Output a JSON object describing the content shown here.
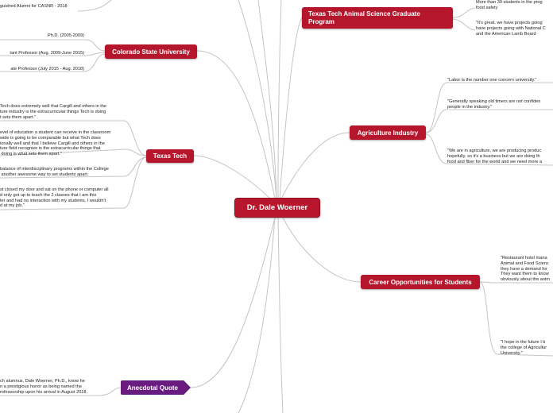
{
  "colors": {
    "branch": "#b5162b",
    "anecdotal": "#6a1b80",
    "line": "#c4c4c4"
  },
  "central": {
    "label": "Dr. Dale Woerner"
  },
  "branches": {
    "graduate_program": {
      "label": "Texas Tech Animal Science Graduate\nProgram"
    },
    "csu": {
      "label": "Colorado State University"
    },
    "agriculture": {
      "label": "Agriculture Industry"
    },
    "texas_tech": {
      "label": "Texas Tech"
    },
    "career": {
      "label": "Career Opportunities for Students"
    },
    "anecdotal": {
      "label": "Anecdotal Quote"
    }
  },
  "leaves": {
    "alumni": "guished Alumni for CASNR - 2018",
    "phd": "Ph.D. (2005-2009)",
    "asst_prof": "tant Professor (Aug. 2009-June 2015)",
    "assoc_prof": "ate Professor (July 2015 - Aug. 2018)",
    "tt_quote1": "Tech does extremely well that Cargill and others in the\nture industry is the extracurricular things Tech is doing\nt sets them apart.\"",
    "tt_quote2": "evel of education a student can receive in the classroom\nwide is going to be comparable but what Tech does\nionally well and that I believe Cargill and others in the\nture field recognize is the extracurricular things that\n doing is what sets them apart.\"",
    "tt_quote3": "balance of interdisciplinary programs within the College\n another awesome way to set students apart.",
    "tt_quote4": "st closed my door and sat on the phone or computer all\nd only got up to teach the 2 classes that I am this\nter and had no interaction with my students, I wouldn't\nd at my job.\"",
    "anecdote": "ch alumnus, Dale Woerner, Ph.D., know he\nn a prestigious honor as being named the\nrofessorship upon his arrival in August 2018.",
    "grad1": "More than 30 students in the prog\nfood safety",
    "grad2": "\"It's great, we have projects going\nhave projects going with National C\nand the American Lamb Board",
    "ag1": "\"Labor is the number one concern university.\"",
    "ag2": "\"Generally speaking old timers are not confiden\npeople in the industry.\"",
    "ag3": "\"We are in agriculture, we are producing produc\nhopefully, so it's a business but we are doing th\nfood and fiber for the world and we need more a",
    "career1": "\"Restaurant hotel mana\nAnimal and Food Scienc\nthey have a demand for\nThey want them to know\nobviously about the anim",
    "career2": "\"I hope in the future I b\nthe college of Agricultur\nUniversity.\""
  }
}
